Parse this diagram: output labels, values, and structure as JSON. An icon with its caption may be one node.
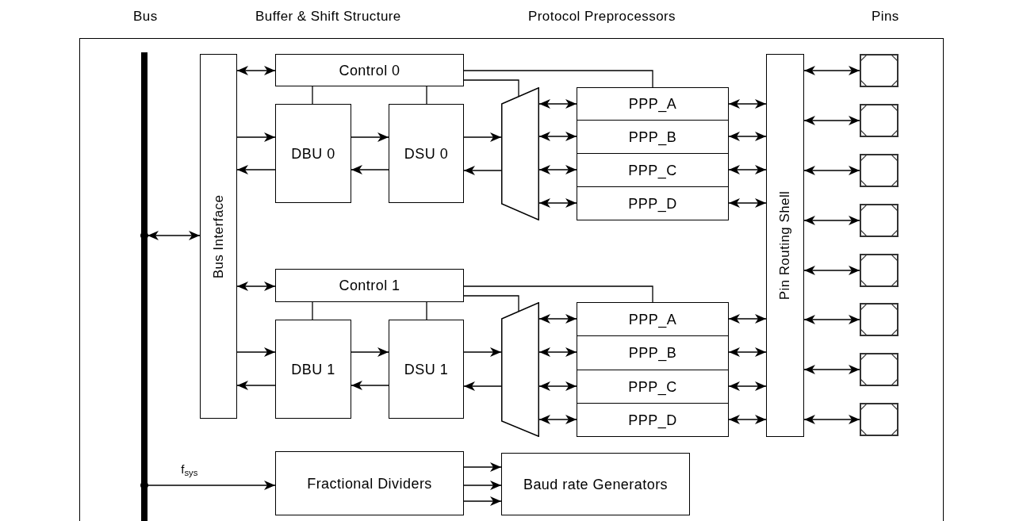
{
  "diagram": {
    "nodes": [
      {
        "text": [],
        "shape": "bar"
      },
      {
        "text": [
          "Bus Interface"
        ]
      },
      {
        "text": [
          "Control 0"
        ]
      },
      {
        "text": [
          "DBU 0"
        ]
      },
      {
        "text": [
          "DSU 0"
        ]
      },
      {
        "text": [],
        "shape": "trapezoid"
      },
      {
        "text": [
          "PPP_A"
        ]
      },
      {
        "text": [
          "PPP_B"
        ]
      },
      {
        "text": [
          "PPP_C"
        ]
      },
      {
        "text": [
          "PPP_D"
        ]
      },
      {
        "text": [
          "Control 1"
        ]
      },
      {
        "text": [
          "DBU 1"
        ]
      },
      {
        "text": [
          "DSU 1"
        ]
      },
      {
        "text": [],
        "shape": "trapezoid"
      },
      {
        "text": [
          "PPP_A"
        ]
      },
      {
        "text": [
          "PPP_B"
        ]
      },
      {
        "text": [
          "PPP_C"
        ]
      },
      {
        "text": [
          "PPP_D"
        ]
      },
      {
        "text": [
          "Pin Routing Shell"
        ]
      },
      {
        "text": [],
        "shape": "box"
      },
      {
        "text": [],
        "shape": "box"
      },
      {
        "text": [],
        "shape": "box"
      },
      {
        "text": [],
        "shape": "box"
      },
      {
        "text": [],
        "shape": "box"
      },
      {
        "text": [],
        "shape": "box"
      },
      {
        "text": [],
        "shape": "box"
      },
      {
        "text": [],
        "shape": "box"
      },
      {
        "text": [
          "Fractional Dividers"
        ]
      },
      {
        "text": [
          "Baud rate Generators"
        ]
      }
    ],
    "edges": [
      {
        "from": 0,
        "to": 1,
        "arrow": "both"
      },
      {
        "from": 1,
        "to": 2,
        "arrow": "both"
      },
      {
        "from": 1,
        "to": 3,
        "arrow": "to"
      },
      {
        "from": 3,
        "to": 1,
        "arrow": "to"
      },
      {
        "from": 3,
        "to": 4,
        "arrow": "to"
      },
      {
        "from": 4,
        "to": 3,
        "arrow": "to"
      },
      {
        "from": 4,
        "to": 5,
        "arrow": "to"
      },
      {
        "from": 5,
        "to": 4,
        "arrow": "to"
      },
      {
        "from": 2,
        "to": 3,
        "arrow": "none"
      },
      {
        "from": 2,
        "to": 4,
        "arrow": "none"
      },
      {
        "from": 2,
        "to": 5,
        "arrow": "none"
      },
      {
        "from": 2,
        "to": 6,
        "arrow": "none"
      },
      {
        "from": 5,
        "to": 6,
        "arrow": "both"
      },
      {
        "from": 5,
        "to": 7,
        "arrow": "both"
      },
      {
        "from": 5,
        "to": 8,
        "arrow": "both"
      },
      {
        "from": 5,
        "to": 9,
        "arrow": "both"
      },
      {
        "from": 6,
        "to": 18,
        "arrow": "both"
      },
      {
        "from": 7,
        "to": 18,
        "arrow": "both"
      },
      {
        "from": 8,
        "to": 18,
        "arrow": "both"
      },
      {
        "from": 9,
        "to": 18,
        "arrow": "both"
      },
      {
        "from": 1,
        "to": 10,
        "arrow": "both"
      },
      {
        "from": 1,
        "to": 11,
        "arrow": "to"
      },
      {
        "from": 11,
        "to": 1,
        "arrow": "to"
      },
      {
        "from": 11,
        "to": 12,
        "arrow": "to"
      },
      {
        "from": 12,
        "to": 11,
        "arrow": "to"
      },
      {
        "from": 12,
        "to": 13,
        "arrow": "to"
      },
      {
        "from": 13,
        "to": 12,
        "arrow": "to"
      },
      {
        "from": 10,
        "to": 11,
        "arrow": "none"
      },
      {
        "from": 10,
        "to": 12,
        "arrow": "none"
      },
      {
        "from": 10,
        "to": 13,
        "arrow": "none"
      },
      {
        "from": 10,
        "to": 14,
        "arrow": "none"
      },
      {
        "from": 13,
        "to": 14,
        "arrow": "both"
      },
      {
        "from": 13,
        "to": 15,
        "arrow": "both"
      },
      {
        "from": 13,
        "to": 16,
        "arrow": "both"
      },
      {
        "from": 13,
        "to": 17,
        "arrow": "both"
      },
      {
        "from": 14,
        "to": 18,
        "arrow": "both"
      },
      {
        "from": 15,
        "to": 18,
        "arrow": "both"
      },
      {
        "from": 16,
        "to": 18,
        "arrow": "both"
      },
      {
        "from": 17,
        "to": 18,
        "arrow": "both"
      },
      {
        "from": 18,
        "to": 19,
        "arrow": "both"
      },
      {
        "from": 18,
        "to": 20,
        "arrow": "both"
      },
      {
        "from": 18,
        "to": 21,
        "arrow": "both"
      },
      {
        "from": 18,
        "to": 22,
        "arrow": "both"
      },
      {
        "from": 18,
        "to": 23,
        "arrow": "both"
      },
      {
        "from": 18,
        "to": 24,
        "arrow": "both"
      },
      {
        "from": 18,
        "to": 25,
        "arrow": "both"
      },
      {
        "from": 18,
        "to": 26,
        "arrow": "both"
      },
      {
        "from": 0,
        "to": 27,
        "arrow": "to",
        "label": "f$_{sys}$"
      },
      {
        "from": 27,
        "to": 28,
        "arrow": "to"
      },
      {
        "from": 27,
        "to": 28,
        "arrow": "to"
      },
      {
        "from": 27,
        "to": 28,
        "arrow": "to"
      }
    ],
    "labels": [
      "Bus",
      "Buffer & Shift Structure",
      "Protocol Preprocessors",
      "Pins"
    ]
  }
}
